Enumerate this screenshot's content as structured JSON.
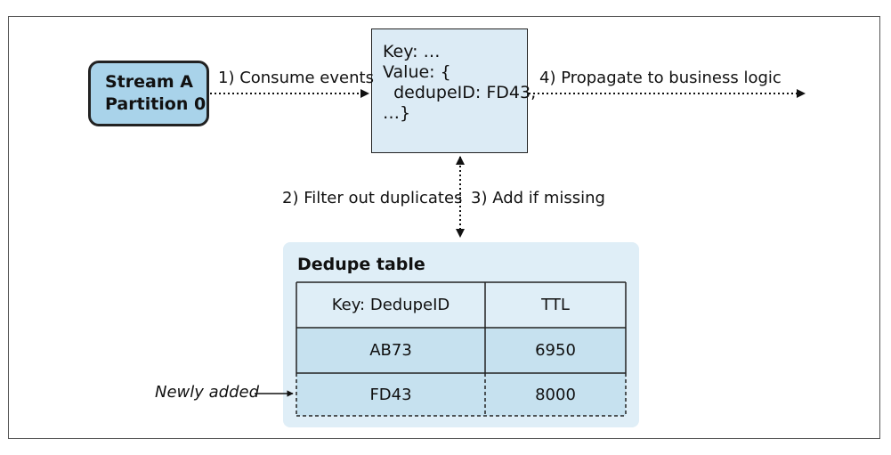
{
  "stream": {
    "line1": "Stream A",
    "line2": "Partition 0"
  },
  "event": {
    "lines": [
      "Key: …",
      "Value: {",
      "  dedupeID: FD43,",
      "…}"
    ]
  },
  "labels": {
    "consume": "1) Consume events",
    "propagate": "4) Propagate to business logic",
    "filter": "2) Filter out duplicates",
    "add": "3) Add if missing",
    "newly_added": "Newly added"
  },
  "table": {
    "title": "Dedupe table",
    "headers": [
      "Key: DedupeID",
      "TTL"
    ],
    "rows": [
      [
        "AB73",
        "6950"
      ],
      [
        "FD43",
        "8000"
      ]
    ]
  },
  "colors": {
    "stream_fill": "#a9d3ea",
    "event_fill": "#dcebf5",
    "table_bg": "#dfeef7",
    "table_row": "#c6e1ef"
  }
}
